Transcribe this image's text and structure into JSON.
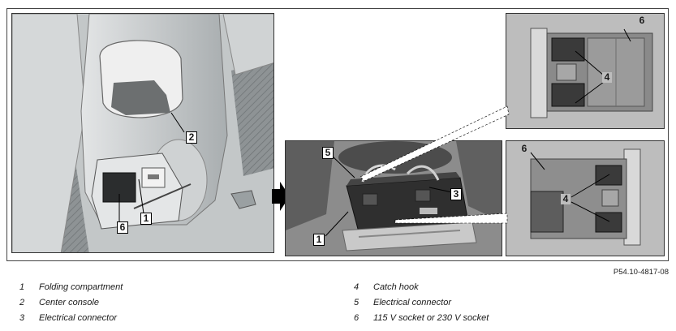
{
  "figure_id": "P54.10-4817-08",
  "callouts": {
    "left_2": "2",
    "left_6": "6",
    "left_1": "1",
    "mid_5": "5",
    "mid_3": "3",
    "mid_1": "1",
    "tr_6": "6",
    "tr_4": "4",
    "br_6": "6",
    "br_4": "4"
  },
  "legend": [
    {
      "num": "1",
      "text": "Folding compartment"
    },
    {
      "num": "2",
      "text": "Center console"
    },
    {
      "num": "3",
      "text": "Electrical connector"
    },
    {
      "num": "4",
      "text": "Catch hook"
    },
    {
      "num": "5",
      "text": "Electrical connector"
    },
    {
      "num": "6",
      "text": "115 V socket or 230 V socket"
    }
  ],
  "colors": {
    "panel_gray": "#b9bdbe",
    "outline": "#333333",
    "callout_bg": "#ffffff"
  }
}
